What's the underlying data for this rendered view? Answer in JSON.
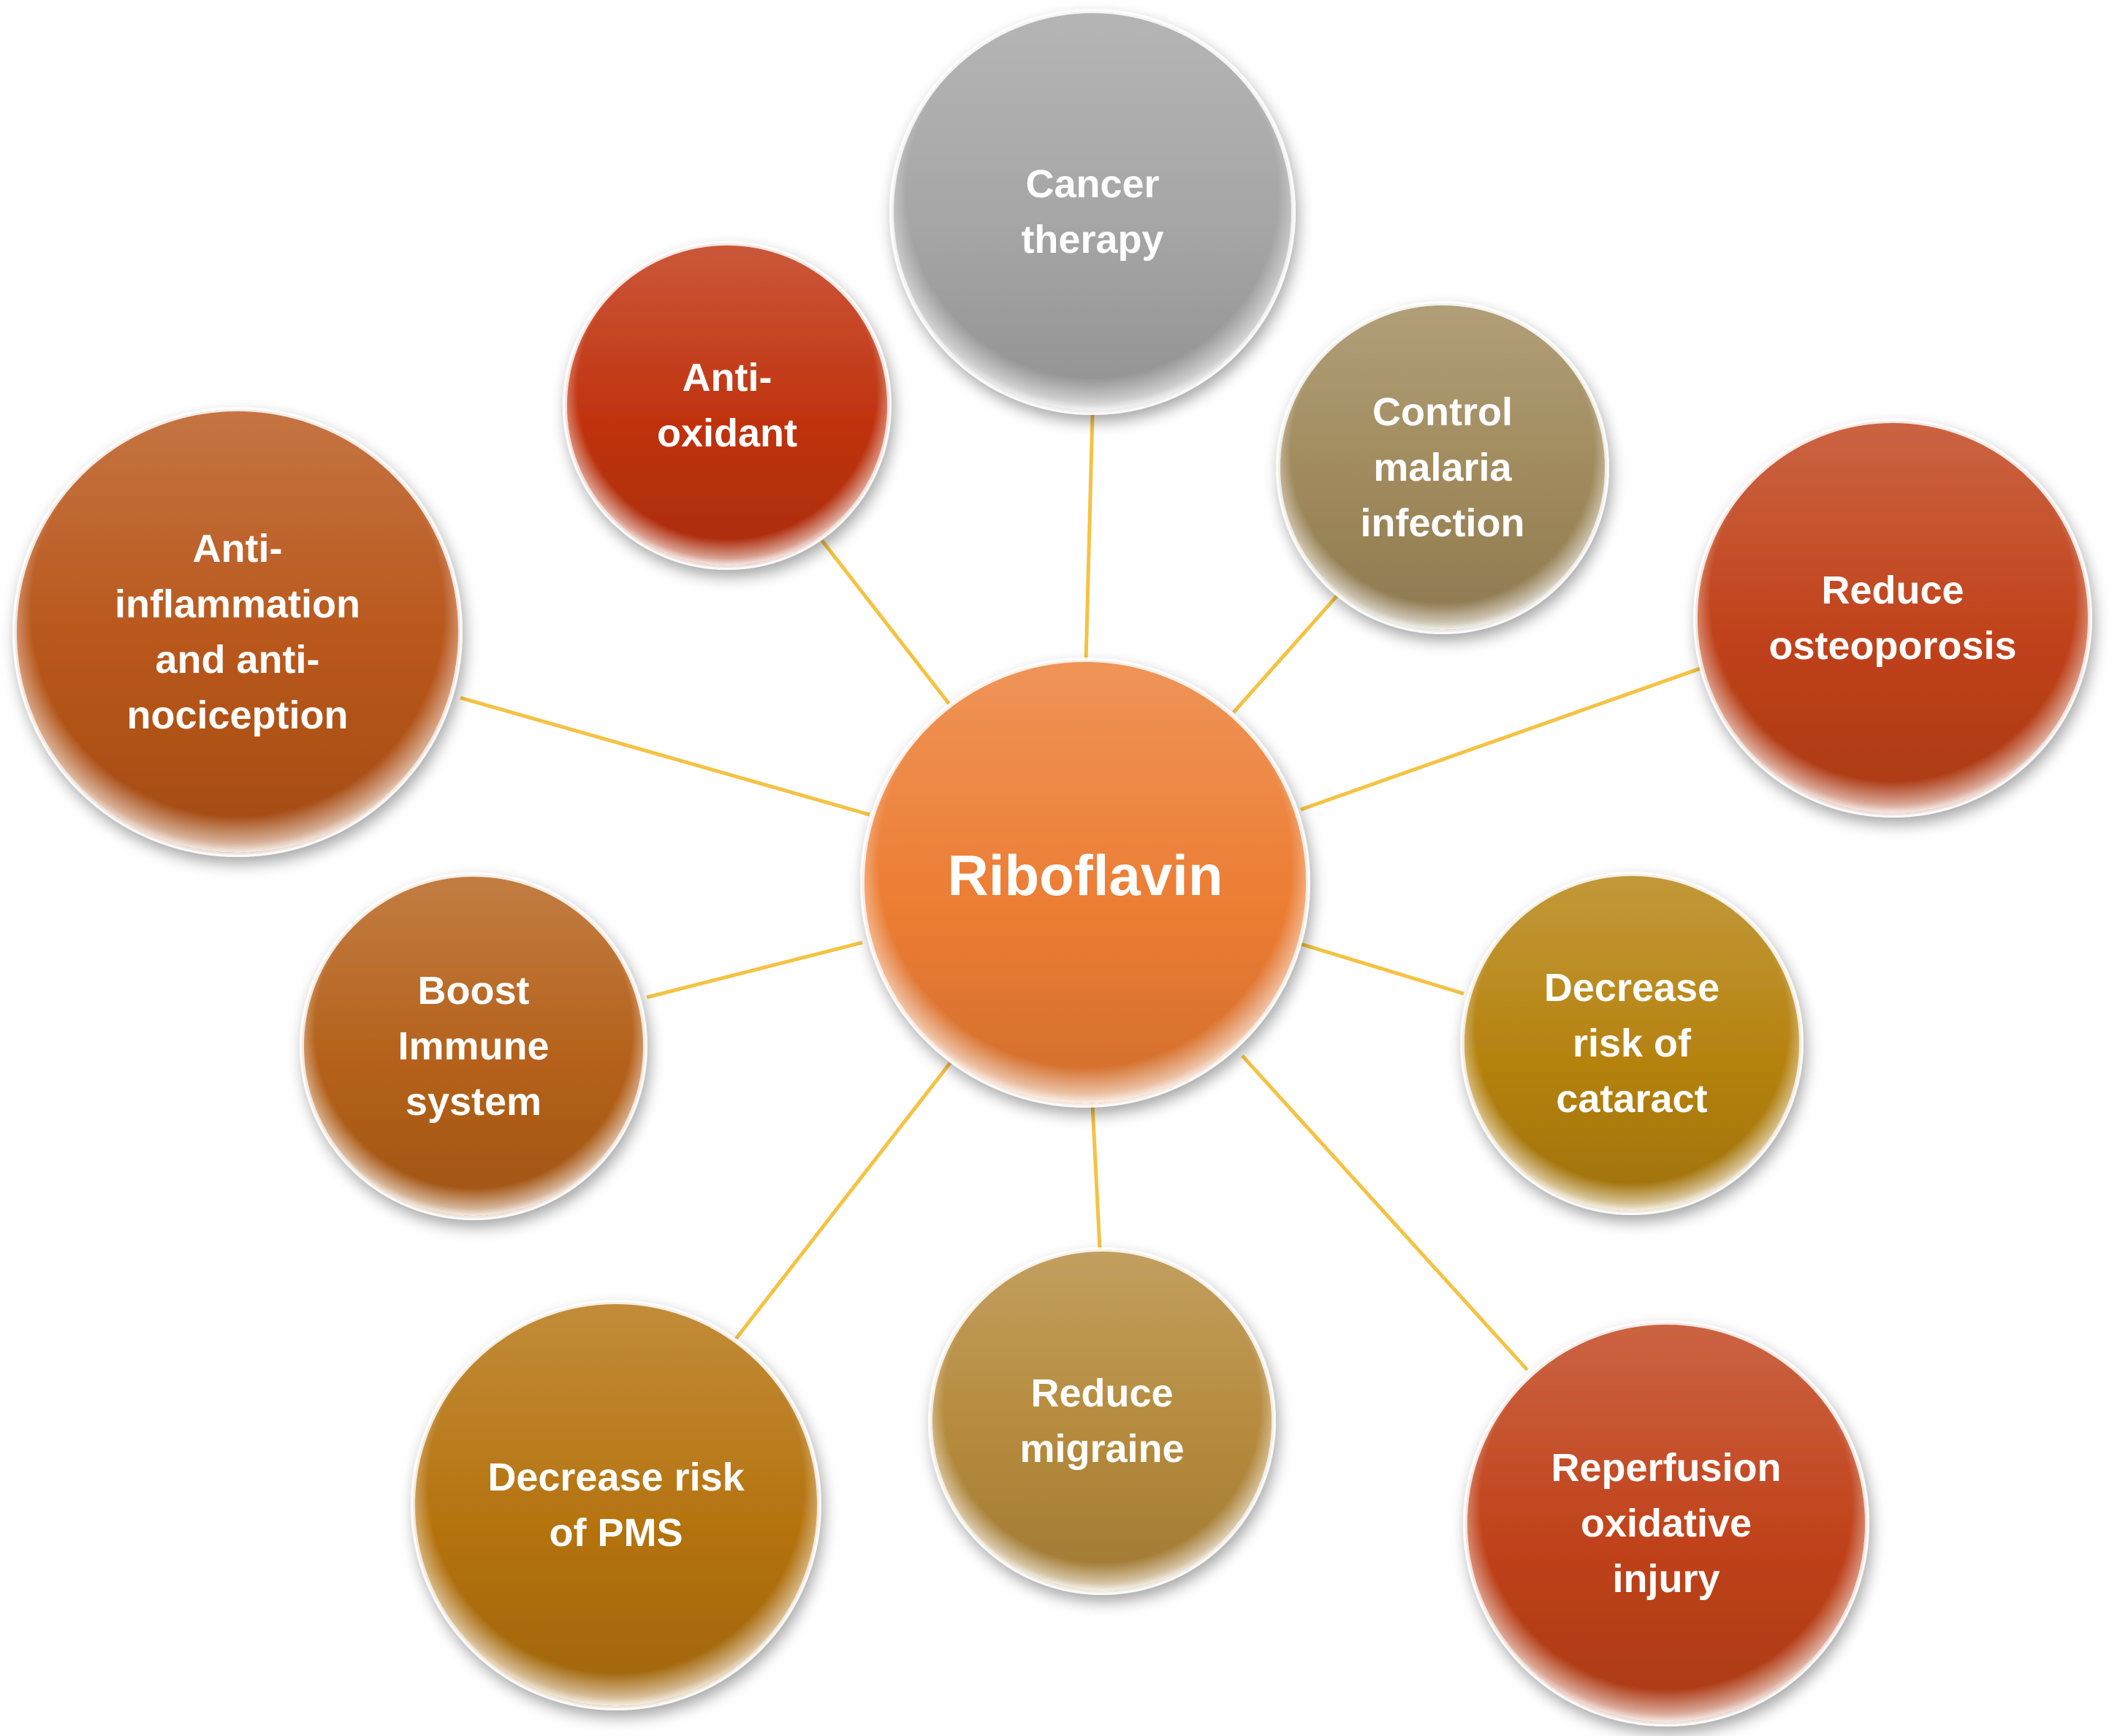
{
  "center": {
    "label": "Riboflavin",
    "color": "#ec7d33"
  },
  "benefits": [
    {
      "id": "cancer-therapy",
      "lines": [
        "Cancer",
        "therapy"
      ],
      "color": "#a5a5a5"
    },
    {
      "id": "control-malaria",
      "lines": [
        "Control",
        "malaria",
        "infection"
      ],
      "color": "#a08a5c"
    },
    {
      "id": "reduce-osteoporosis",
      "lines": [
        "Reduce",
        "osteoporosis"
      ],
      "color": "#c0421a"
    },
    {
      "id": "decrease-cataract",
      "lines": [
        "Decrease",
        "risk of",
        "cataract"
      ],
      "color": "#b5820f"
    },
    {
      "id": "reperfusion-injury",
      "lines": [
        "Reperfusion",
        "oxidative",
        "injury"
      ],
      "color": "#c0421a"
    },
    {
      "id": "reduce-migraine",
      "lines": [
        "Reduce",
        "migraine"
      ],
      "color": "#b58a3c"
    },
    {
      "id": "decrease-pms",
      "lines": [
        "Decrease risk",
        "of PMS"
      ],
      "color": "#b5730f"
    },
    {
      "id": "boost-immune",
      "lines": [
        "Boost",
        "Immune",
        "system"
      ],
      "color": "#b5611a"
    },
    {
      "id": "anti-inflammation",
      "lines": [
        "Anti-",
        "inflammation",
        "and anti-",
        "nociception"
      ],
      "color": "#b8561a"
    },
    {
      "id": "anti-oxidant",
      "lines": [
        "Anti-",
        "oxidant"
      ],
      "color": "#c0330f"
    }
  ],
  "connector_color": "#f5c242"
}
